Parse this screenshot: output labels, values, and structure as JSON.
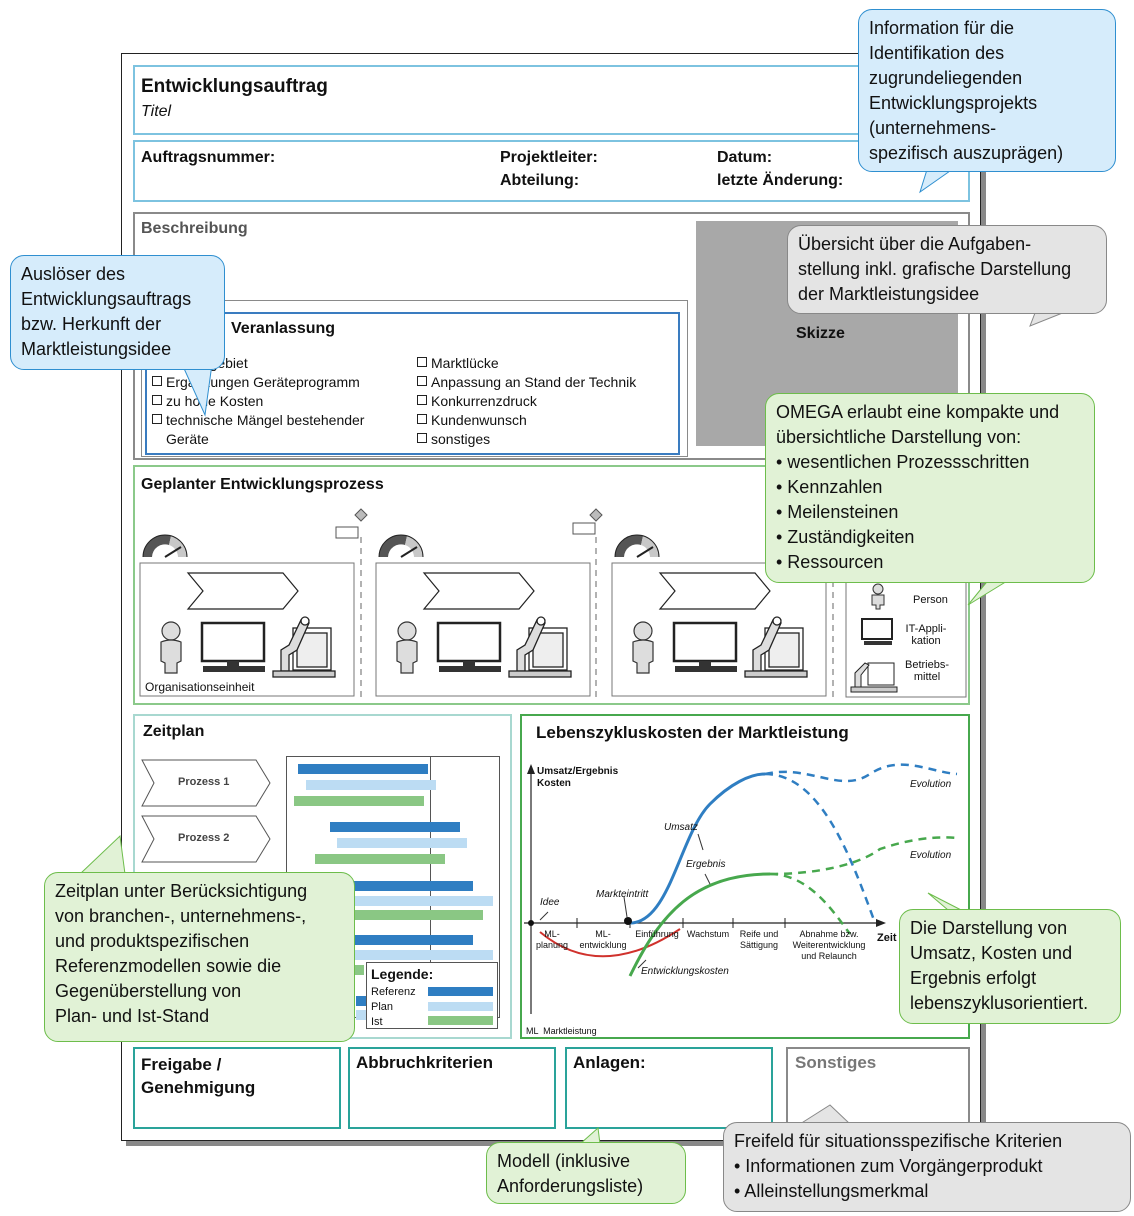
{
  "header": {
    "title": "Entwicklungsauftrag",
    "subtitle": "Titel",
    "auftragsnummer": "Auftragsnummer:",
    "projektleiter": "Projektleiter:",
    "abteilung": "Abteilung:",
    "datum": "Datum:",
    "letzte_aenderung": "letzte Änderung:"
  },
  "beschreibung": {
    "title": "Beschreibung",
    "skizze": "Skizze",
    "veranlassung": {
      "title": "Veranlassung",
      "left": [
        "Arbeitsgebiet",
        "Ergänzungen Geräteprogramm",
        "zu hohe Kosten",
        "technische Mängel bestehender",
        "Geräte"
      ],
      "right": [
        "Marktlücke",
        "Anpassung an Stand der Technik",
        "Konkurrenzdruck",
        "Kundenwunsch",
        "sonstiges"
      ]
    }
  },
  "prozess": {
    "title": "Geplanter Entwicklungsprozess",
    "organisationseinheit": "Organisationseinheit",
    "legend": {
      "person": "Person",
      "it": "IT-Appli-\nkation",
      "betrieb": "Betriebs-\nmittel"
    }
  },
  "zeitplan": {
    "title": "Zeitplan",
    "prozess1": "Prozess 1",
    "prozess2": "Prozess 2",
    "legende": {
      "title": "Legende:",
      "referenz": "Referenz",
      "plan": "Plan",
      "ist": "Ist"
    }
  },
  "lebenszyklus": {
    "title": "Lebenszykluskosten der Marktleistung",
    "yaxis": "Umsatz/Ergebnis\nKosten",
    "xaxis": "Zeit",
    "evolution1": "Evolution",
    "evolution2": "Evolution",
    "umsatz": "Umsatz",
    "ergebnis": "Ergebnis",
    "markteintritt": "Markteintritt",
    "idee": "Idee",
    "entwicklungskosten": "Entwicklungskosten",
    "phases": [
      "ML-\nplanung",
      "ML-\nentwicklung",
      "Einführung",
      "Wachstum",
      "Reife und\nSättigung",
      "Abnahme bzw.\nWeiterentwicklung\nund Relaunch"
    ],
    "footnote": "ML  Marktleistung"
  },
  "footer": {
    "freigabe": "Freigabe /\nGenehmigung",
    "abbruch": "Abbruchkriterien",
    "anlagen": "Anlagen:",
    "sonstiges": "Sonstiges"
  },
  "callouts": {
    "identifikation": "Information für die\nIdentifikation des\nzugrundeliegenden\nEntwicklungsprojekts\n(unternehmens-\nspezifisch auszuprägen)",
    "uebersicht": "Übersicht über die Aufgaben-\nstellung inkl. grafische Darstellung\nder Marktleistungsidee",
    "ausloeser": "Auslöser des\nEntwicklungsauftrags\nbzw. Herkunft der\nMarktleistungsidee",
    "omega": "OMEGA erlaubt eine kompakte und\nübersichtliche Darstellung von:\n• wesentlichen Prozessschritten\n• Kennzahlen\n• Meilensteinen\n• Zuständigkeiten\n• Ressourcen",
    "zeitplan": "Zeitplan unter Berücksichtigung\nvon branchen-, unternehmens-,\nund produktspezifischen\nReferenzmodellen sowie die\nGegenüberstellung von\nPlan- und Ist-Stand",
    "darstellung": "Die Darstellung von\nUmsatz, Kosten und\nErgebnis erfolgt\nlebenszyklusorientiert.",
    "modell": "Modell (inklusive\nAnforderungsliste)",
    "freifeld": "Freifeld für situationsspezifische Kriterien\n• Informationen zum Vorgängerprodukt\n• Alleinstellungsmerkmal"
  },
  "colors": {
    "blue": "#2f7ec2",
    "lightblue": "#bcdcf3",
    "green": "#8ac784",
    "red": "#d0322d"
  }
}
